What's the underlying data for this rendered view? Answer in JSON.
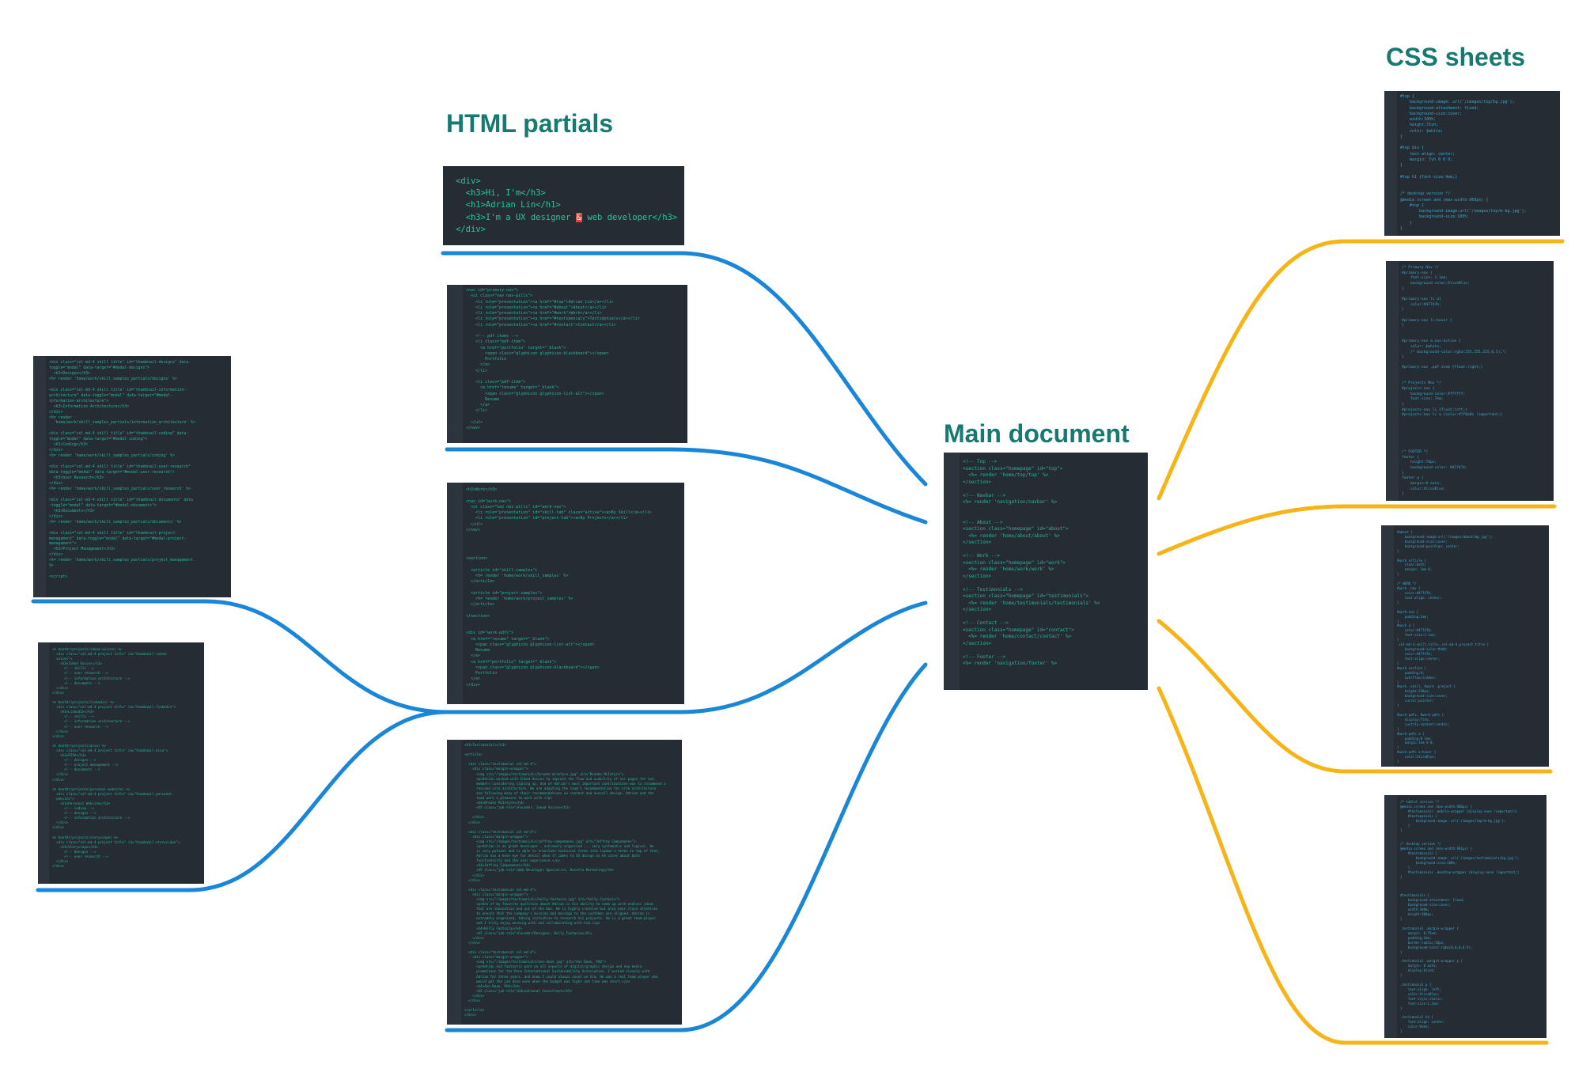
{
  "labels": {
    "html_partials": "HTML partials",
    "main_document": "Main document",
    "css_sheets": "CSS sheets"
  },
  "colors": {
    "label": "#167a70",
    "html_connector": "#1a86d8",
    "css_connector": "#f6b418",
    "panel_bg": "#262c34",
    "code_text": "#2bc2a8"
  },
  "hero_partial": {
    "lines": [
      "<div>",
      "  <h3>Hi, I'm</h3>",
      "  <h1>Adrian Lin</h1>",
      "  <h3>I'm a UX designer ",
      " web developer</h3>",
      "</div>"
    ],
    "ampersand": "&"
  }
}
